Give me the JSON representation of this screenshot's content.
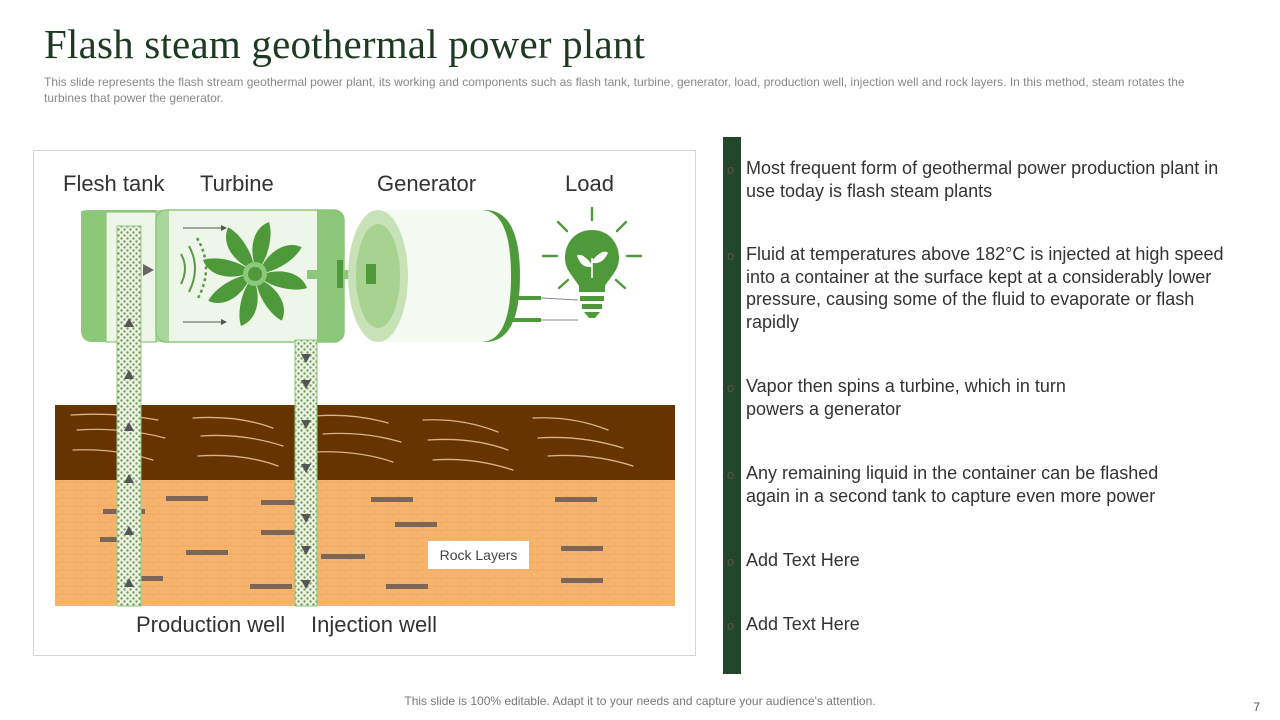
{
  "title": "Flash steam geothermal power plant",
  "subtitle": "This slide represents the flash stream geothermal power plant, its working and components such as flash tank, turbine, generator, load, production well, injection well and rock layers. In this method, steam rotates the turbines that power the generator.",
  "diagram": {
    "labels": {
      "flash_tank": "Flesh tank",
      "turbine": "Turbine",
      "generator": "Generator",
      "load": "Load",
      "production_well": "Production well",
      "injection_well": "Injection well",
      "rock_layers": "Rock Layers"
    },
    "colors": {
      "light_green": "#8dc87a",
      "mid_green": "#4e9a3b",
      "soil": "#673300",
      "rock": "#f6b46d",
      "dark_green": "#24472b"
    }
  },
  "bullets": [
    {
      "marker": "o",
      "text": "Most frequent form of geothermal power production plant in use today is flash steam plants"
    },
    {
      "marker": "o",
      "text": "Fluid at temperatures above 182°C is injected at high speed into a container at the surface kept at a considerably lower pressure, causing some of the fluid to evaporate or flash rapidly"
    },
    {
      "marker": "o",
      "text": "Vapor then spins a turbine, which in turn powers a generator"
    },
    {
      "marker": "o",
      "text": "Any remaining liquid in the container can be flashed again in a second tank to capture even more power"
    },
    {
      "marker": "o",
      "text": "Add Text Here"
    },
    {
      "marker": "o",
      "text": "Add Text Here"
    }
  ],
  "footer": "This slide is 100% editable. Adapt it to your needs and capture your audience's attention.",
  "page_number": "7"
}
